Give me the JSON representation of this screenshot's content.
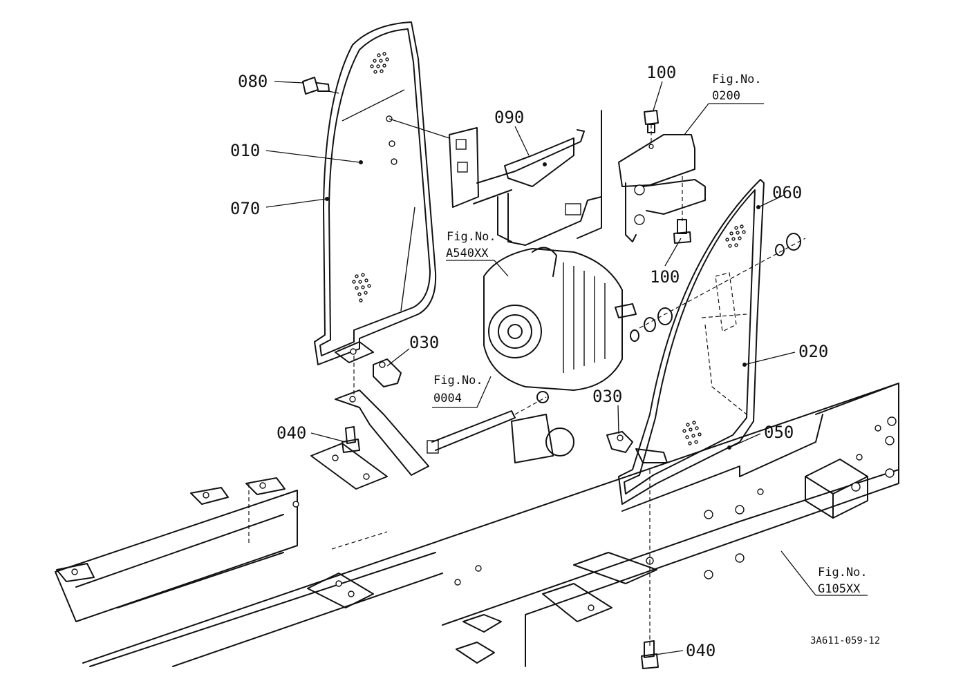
{
  "callouts": {
    "c080": "080",
    "c010": "010",
    "c070": "070",
    "c090": "090",
    "c100a": "100",
    "c100b": "100",
    "c060": "060",
    "c030a": "030",
    "c030b": "030",
    "c020": "020",
    "c040a": "040",
    "c040b": "040",
    "c050": "050"
  },
  "references": {
    "fig0200_label": "Fig.No.",
    "fig0200_value": "0200",
    "figA540_label": "Fig.No.",
    "figA540_value": "A540XX",
    "fig0004_label": "Fig.No.",
    "fig0004_value": "0004",
    "figG105_label": "Fig.No.",
    "figG105_value": "G105XX"
  },
  "drawing_code": "3A611-059-12"
}
